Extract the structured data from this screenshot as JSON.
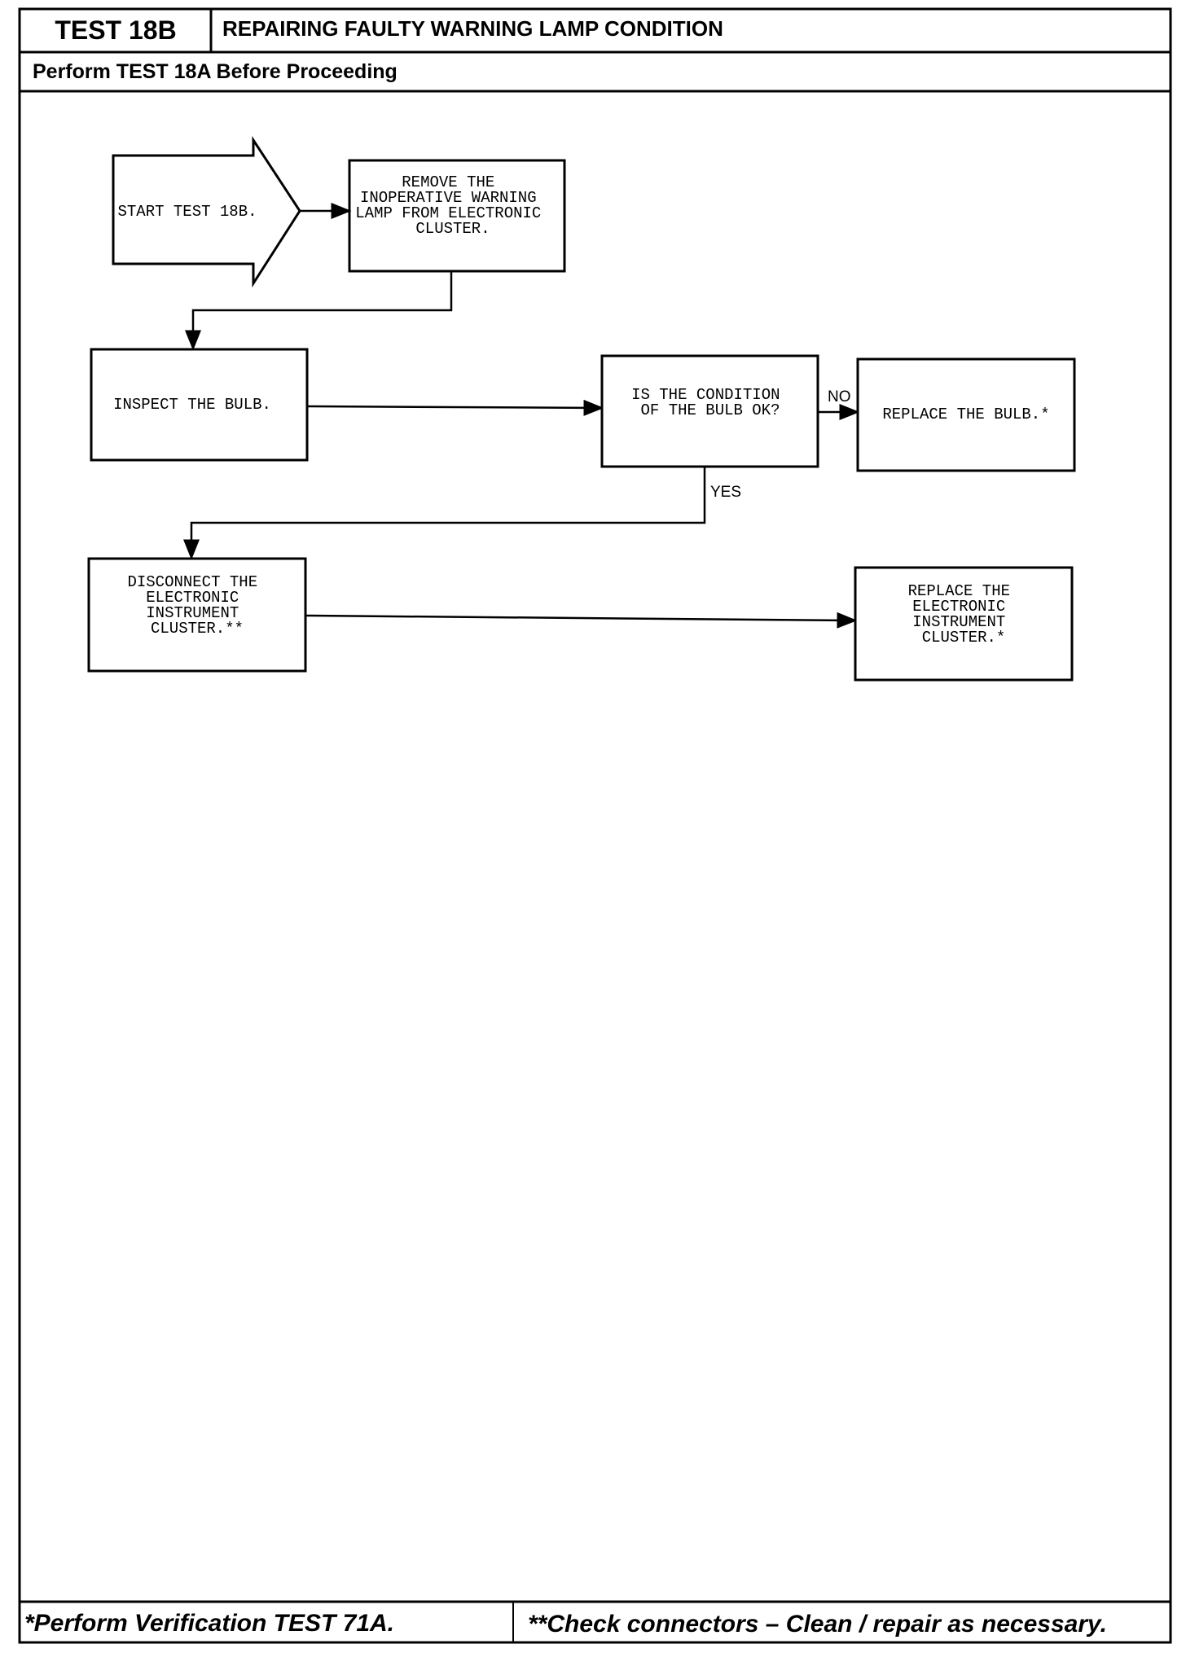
{
  "header": {
    "test_id": "TEST 18B",
    "title": "REPAIRING FAULTY WARNING LAMP CONDITION",
    "prerequisite": "Perform TEST 18A Before Proceeding"
  },
  "flowchart": {
    "start": "START TEST 18B.",
    "remove_lamp": [
      "REMOVE THE",
      "INOPERATIVE WARNING",
      "LAMP FROM ELECTRONIC",
      "CLUSTER."
    ],
    "inspect": "INSPECT THE BULB.",
    "condition": [
      "IS THE CONDITION",
      "OF THE BULB OK?"
    ],
    "no_label": "NO",
    "yes_label": "YES",
    "replace_bulb": "REPLACE THE BULB.*",
    "disconnect": [
      "DISCONNECT THE",
      "ELECTRONIC",
      "INSTRUMENT",
      "CLUSTER.**"
    ],
    "replace_cluster": [
      "REPLACE THE",
      "ELECTRONIC",
      "INSTRUMENT",
      "CLUSTER.*"
    ]
  },
  "footer": {
    "note1": "*Perform Verification TEST 71A.",
    "note2": "**Check connectors – Clean / repair as necessary."
  }
}
